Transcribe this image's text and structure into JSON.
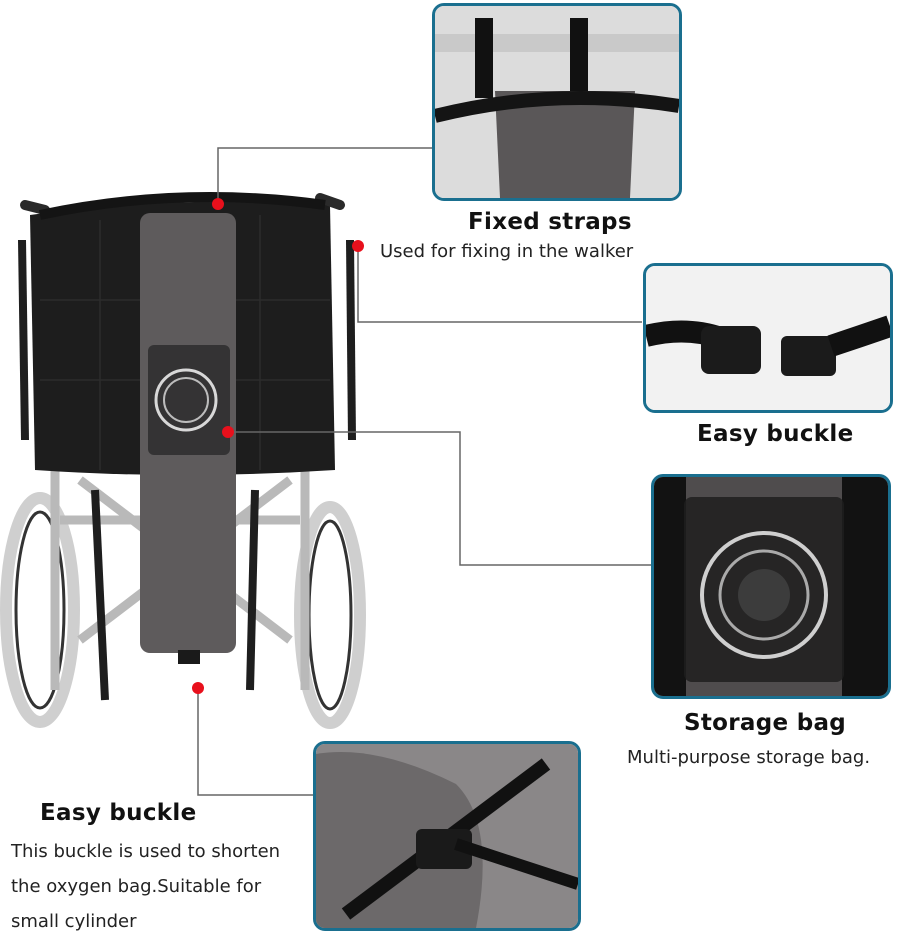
{
  "features": [
    {
      "title": "Fixed straps",
      "description": "Used for fixing in the walker"
    },
    {
      "title": "Easy buckle",
      "description": ""
    },
    {
      "title": "Storage bag",
      "description": "Multi-purpose storage bag."
    },
    {
      "title": "Easy buckle",
      "description_lines": [
        "This buckle is used to shorten",
        "the oxygen bag.Suitable for",
        "small cylinder"
      ]
    }
  ],
  "colors": {
    "panel_border": "#1a6f8f",
    "marker": "#e8101c",
    "bag": "#5e5b5c",
    "frame": "#1b1b1b"
  }
}
